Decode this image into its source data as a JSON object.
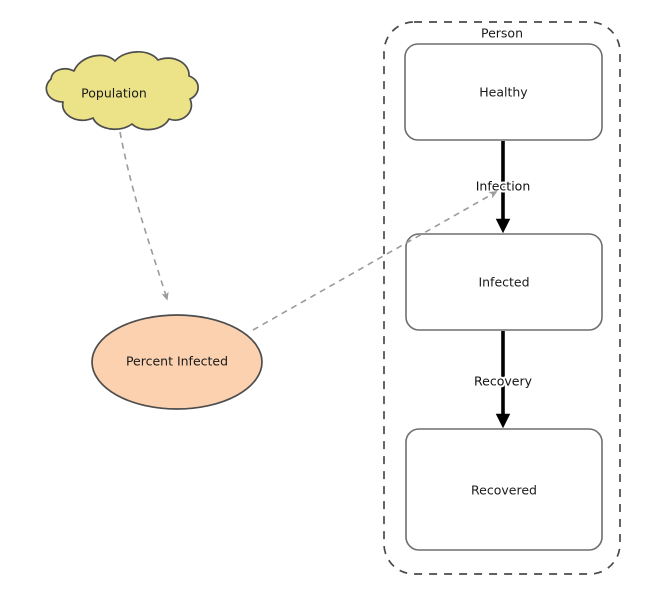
{
  "diagram": {
    "type": "stock-and-flow",
    "background_color": "#ffffff",
    "container": {
      "label": "Person",
      "style": "dashed-rounded",
      "border_color": "#4a4a4a"
    },
    "stocks": [
      {
        "id": "healthy",
        "label": "Healthy",
        "fill": "#ffffff",
        "stroke": "#6e6e6e"
      },
      {
        "id": "infected",
        "label": "Infected",
        "fill": "#ffffff",
        "stroke": "#6e6e6e"
      },
      {
        "id": "recovered",
        "label": "Recovered",
        "fill": "#ffffff",
        "stroke": "#6e6e6e"
      }
    ],
    "flows": [
      {
        "id": "infection",
        "label": "Infection",
        "from": "healthy",
        "to": "infected",
        "color": "#000000"
      },
      {
        "id": "recovery",
        "label": "Recovery",
        "from": "infected",
        "to": "recovered",
        "color": "#000000"
      }
    ],
    "variables": [
      {
        "id": "population",
        "label": "Population",
        "shape": "cloud",
        "fill": "#ece388",
        "stroke": "#4d4d4d"
      },
      {
        "id": "percent-infected",
        "label": "Percent Infected",
        "shape": "ellipse",
        "fill": "#fbd1b0",
        "stroke": "#4d4d4d"
      }
    ],
    "links": [
      {
        "id": "population-to-percent-infected",
        "from": "population",
        "to": "percent-infected",
        "style": "dashed",
        "color": "#9b9b9b"
      },
      {
        "id": "percent-infected-to-infection",
        "from": "percent-infected",
        "to": "infection",
        "style": "dashed",
        "color": "#9b9b9b"
      }
    ]
  }
}
